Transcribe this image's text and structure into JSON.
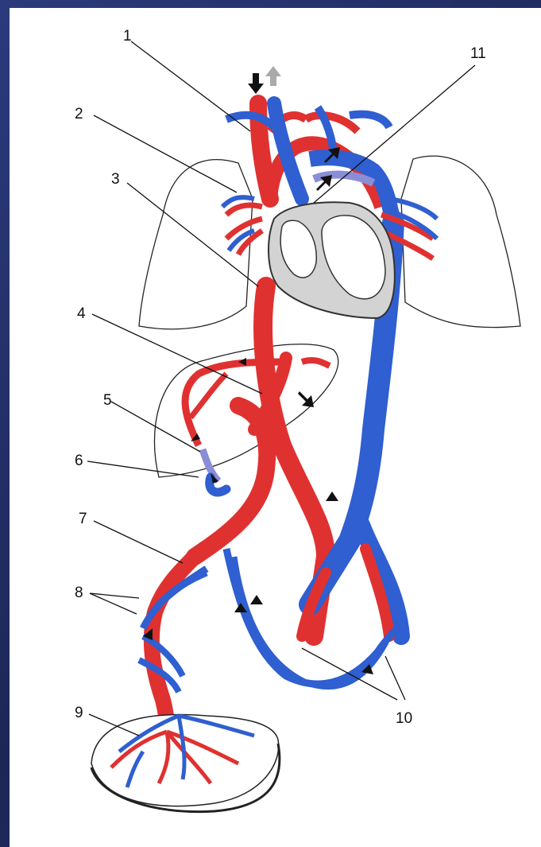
{
  "labels": [
    "1",
    "2",
    "3",
    "4",
    "5",
    "6",
    "7",
    "8",
    "9",
    "10",
    "11"
  ],
  "colors": {
    "artery": "#e03131",
    "vein": "#2f5fd0",
    "mixed": "#8a8ed6",
    "organ_outline": "#222222",
    "heart_fill": "#d3d3d3",
    "background": "#24305e",
    "canvas": "#ffffff"
  }
}
